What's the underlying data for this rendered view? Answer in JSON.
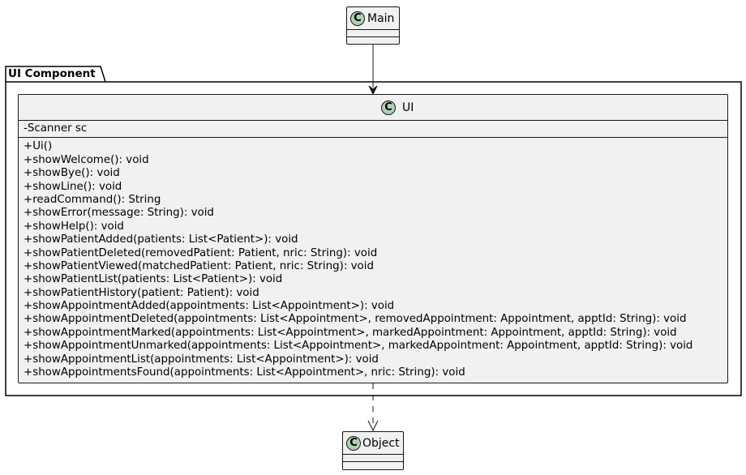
{
  "package": {
    "name": "UI Component"
  },
  "classes": {
    "main": {
      "name": "Main",
      "badge": "C"
    },
    "ui": {
      "name": "UI",
      "badge": "C",
      "attributes": [
        "-Scanner sc"
      ],
      "methods": [
        "+Ui()",
        "+showWelcome(): void",
        "+showBye(): void",
        "+showLine(): void",
        "+readCommand(): String",
        "+showError(message: String): void",
        "+showHelp(): void",
        "+showPatientAdded(patients: List<Patient>): void",
        "+showPatientDeleted(removedPatient: Patient, nric: String): void",
        "+showPatientViewed(matchedPatient: Patient, nric: String): void",
        "+showPatientList(patients: List<Patient>): void",
        "+showPatientHistory(patient: Patient): void",
        "+showAppointmentAdded(appointments: List<Appointment>): void",
        "+showAppointmentDeleted(appointments: List<Appointment>, removedAppointment: Appointment, apptId: String): void",
        "+showAppointmentMarked(appointments: List<Appointment>, markedAppointment: Appointment, apptId: String): void",
        "+showAppointmentUnmarked(appointments: List<Appointment>, markedAppointment: Appointment, apptId: String): void",
        "+showAppointmentList(appointments: List<Appointment>): void",
        "+showAppointmentsFound(appointments: List<Appointment>, nric: String): void"
      ]
    },
    "object": {
      "name": "Object",
      "badge": "C"
    }
  },
  "relations": [
    {
      "from": "Main",
      "to": "UI",
      "kind": "association"
    },
    {
      "from": "UI",
      "to": "Object",
      "kind": "dependency"
    }
  ],
  "colors": {
    "badge_fill": "#add1b2",
    "box_fill": "#f1f1f1",
    "line": "#181818"
  }
}
